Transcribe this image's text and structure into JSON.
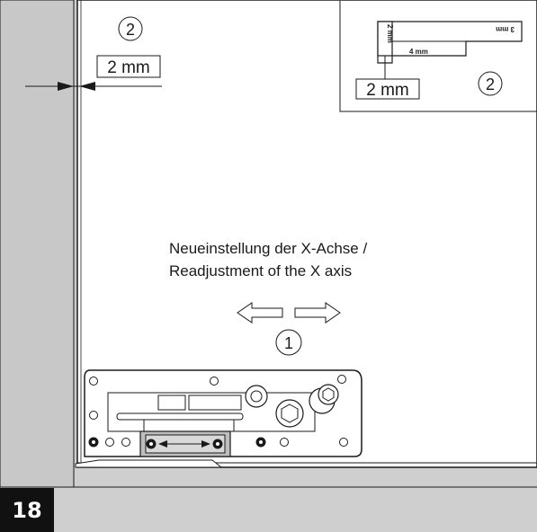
{
  "step_number": "18",
  "callouts": {
    "wall_gap_index": "2",
    "wall_gap_value": "2 mm",
    "inset_index": "2",
    "inset_gap_value": "2 mm",
    "inset_dim_vertical": "2 mm",
    "inset_dim_horizontal": "4 mm",
    "inset_dim_flipped": "3 mm",
    "adjust_index": "1"
  },
  "caption": {
    "line1": "Neueinstellung der X-Achse /",
    "line2": "Readjustment of the X axis"
  },
  "colors": {
    "panel_gray": "#cfcfcf",
    "wall_gray": "#c8c8c8",
    "line": "#1a1a1a",
    "badge": "#111111"
  }
}
